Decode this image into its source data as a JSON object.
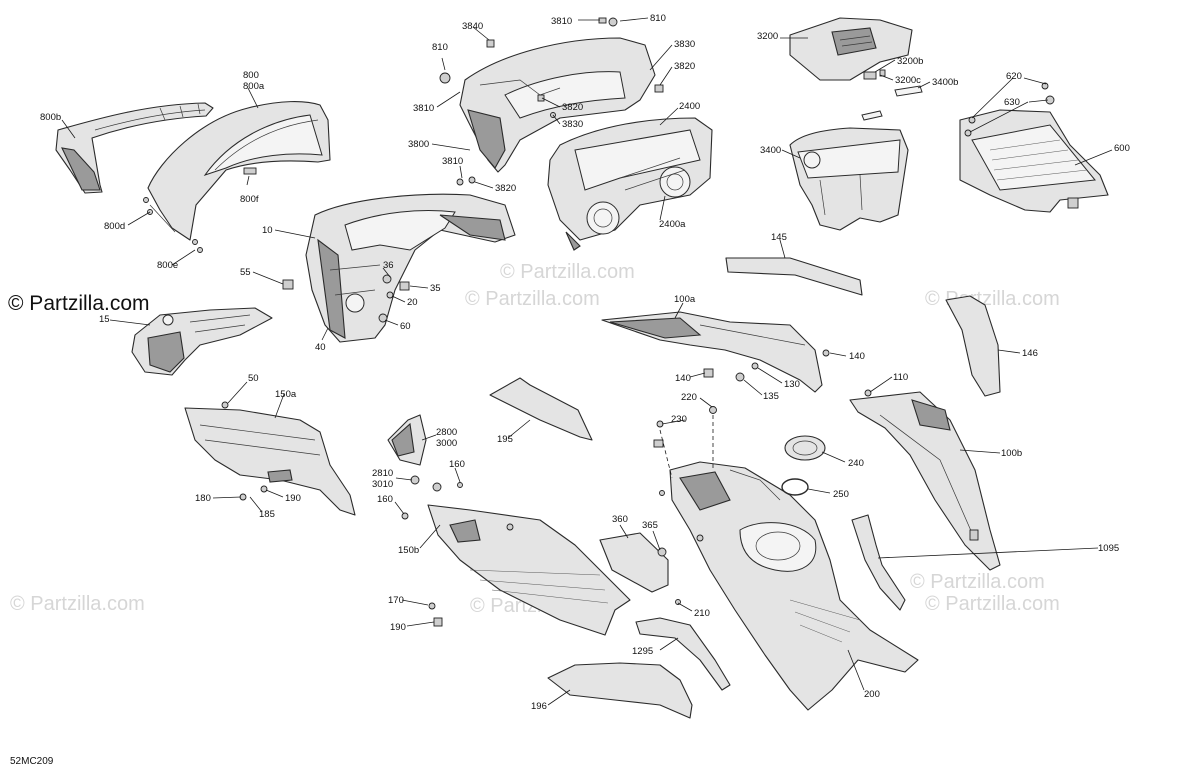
{
  "diagram_code": "52MC209",
  "watermark": {
    "text": "© Partzilla.com"
  },
  "labels": {
    "l800": "800",
    "l800a": "800a",
    "l800b": "800b",
    "l800d": "800d",
    "l800f": "800f",
    "l800e": "800e",
    "l810a": "810",
    "l810b": "810",
    "l3810a": "3810",
    "l3810b": "3810",
    "l3810c": "3810",
    "l3840": "3840",
    "l3830a": "3830",
    "l3830b": "3830",
    "l3820a": "3820",
    "l3820b": "3820",
    "l3820c": "3820",
    "l3800": "3800",
    "l2400": "2400",
    "l2400a": "2400a",
    "l3200": "3200",
    "l3200b": "3200b",
    "l3200c": "3200c",
    "l3400b": "3400b",
    "l3400": "3400",
    "l620": "620",
    "l630": "630",
    "l600": "600",
    "l10": "10",
    "l55": "55",
    "l36": "36",
    "l35": "35",
    "l20": "20",
    "l60": "60",
    "l40": "40",
    "l15": "15",
    "l145": "145",
    "l146": "146",
    "l100a": "100a",
    "l140a": "140",
    "l140b": "140",
    "l130": "130",
    "l135": "135",
    "l110": "110",
    "l100b": "100b",
    "l50": "50",
    "l150a": "150a",
    "l180": "180",
    "l190a": "190",
    "l185": "185",
    "l195": "195",
    "l2800": "2800",
    "l3000": "3000",
    "l2810": "2810",
    "l3010": "3010",
    "l160a": "160",
    "l160b": "160",
    "l150b": "150b",
    "l170": "170",
    "l190b": "190",
    "l220": "220",
    "l230": "230",
    "l240": "240",
    "l250": "250",
    "l360": "360",
    "l365": "365",
    "l210": "210",
    "l1295": "1295",
    "l1095": "1095",
    "l196": "196",
    "l200": "200"
  }
}
